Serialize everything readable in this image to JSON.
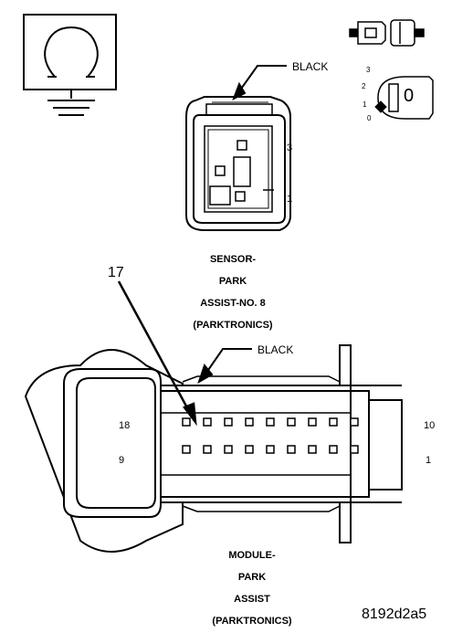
{
  "sensor": {
    "wire_color": "BLACK",
    "pin_top": "3",
    "pin_bottom": "1",
    "caption": [
      "SENSOR-",
      "PARK",
      "ASSIST-NO. 8",
      "(PARKTRONICS)"
    ]
  },
  "key_icon": {
    "positions": [
      "3",
      "2",
      "1",
      "0"
    ],
    "key_label": "0"
  },
  "module": {
    "wire_color": "BLACK",
    "callout_pin": "17",
    "left_top_pin": "18",
    "left_bottom_pin": "9",
    "right_top_pin": "10",
    "right_bottom_pin": "1",
    "caption": [
      "MODULE-",
      "PARK",
      "ASSIST",
      "(PARKTRONICS)"
    ]
  },
  "figure_id": "8192d2a5"
}
